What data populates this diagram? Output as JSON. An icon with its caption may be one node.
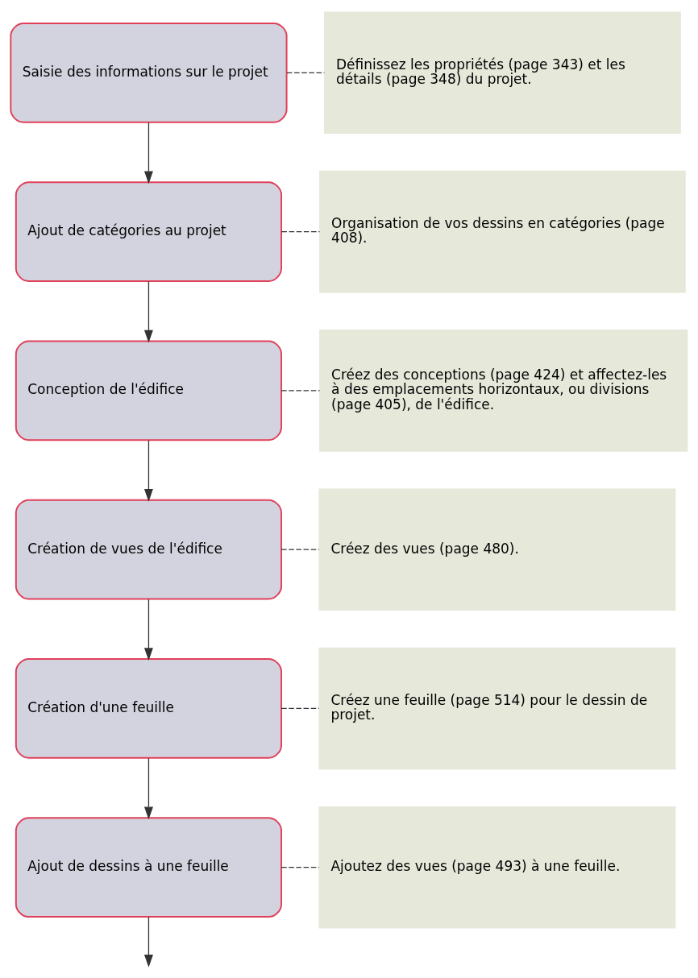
{
  "diagram": {
    "nodes": [
      {
        "text": [
          "Saisie des informations sur le projet"
        ]
      },
      {
        "text": [
          "Définissez les propriétés (page 343) et les détails (page 348) du projet."
        ]
      },
      {
        "text": [
          "Ajout de catégories au projet"
        ]
      },
      {
        "text": [
          "Organisation de vos dessins en catégories (page 408)."
        ]
      },
      {
        "text": [
          "Conception de l'édifice"
        ]
      },
      {
        "text": [
          "Créez des conceptions (page 424) et affectez-les à des emplacements horizontaux, ou divisions (page 405), de l'édifice."
        ]
      },
      {
        "text": [
          "Création de vues de l'édifice"
        ]
      },
      {
        "text": [
          "Créez des vues (page 480)."
        ]
      },
      {
        "text": [
          "Création d'une feuille"
        ]
      },
      {
        "text": [
          "Créez une feuille (page 514) pour le dessin de projet."
        ]
      },
      {
        "text": [
          "Ajout de dessins à une feuille"
        ]
      },
      {
        "text": [
          "Ajoutez des vues (page 493) à une feuille."
        ]
      }
    ],
    "edges": [
      {
        "from": 0,
        "to": 1,
        "arrow": "none",
        "style": "dashed"
      },
      {
        "from": 0,
        "to": 2,
        "arrow": "to"
      },
      {
        "from": 2,
        "to": 3,
        "arrow": "none",
        "style": "dashed"
      },
      {
        "from": 2,
        "to": 4,
        "arrow": "to"
      },
      {
        "from": 4,
        "to": 5,
        "arrow": "none",
        "style": "dashed"
      },
      {
        "from": 4,
        "to": 6,
        "arrow": "to"
      },
      {
        "from": 6,
        "to": 7,
        "arrow": "none",
        "style": "dashed"
      },
      {
        "from": 6,
        "to": 8,
        "arrow": "to"
      },
      {
        "from": 8,
        "to": 9,
        "arrow": "none",
        "style": "dashed"
      },
      {
        "from": 8,
        "to": 10,
        "arrow": "to"
      },
      {
        "from": 10,
        "to": 11,
        "arrow": "none",
        "style": "dashed"
      },
      {
        "from": 10,
        "to": null,
        "arrow": "to"
      }
    ]
  }
}
